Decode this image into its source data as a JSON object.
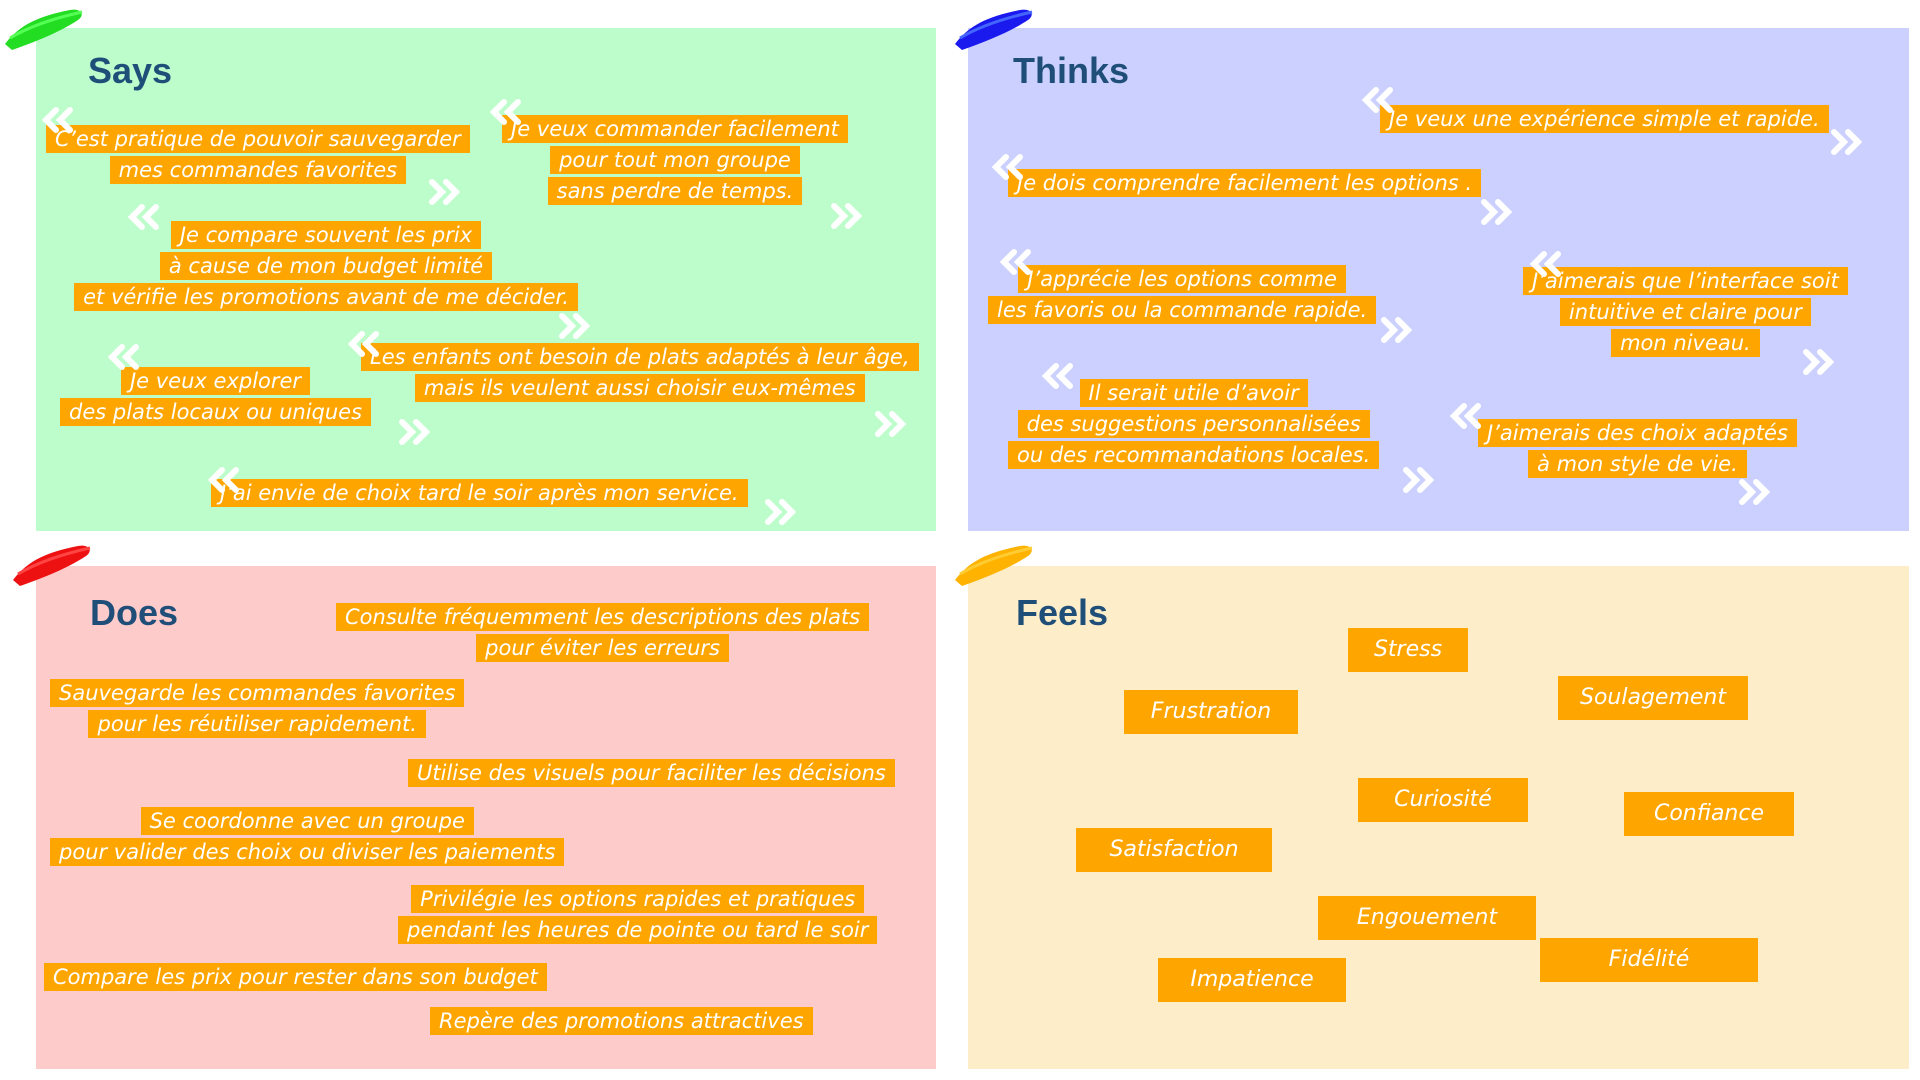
{
  "colors": {
    "says": "#BDFDCB",
    "thinks": "#CBD0FE",
    "does": "#FECBCB",
    "feels": "#FDEDC8",
    "sticky": "#FFA500",
    "title": "#1F4E79"
  },
  "says": {
    "title": "Says",
    "quotes": [
      "C’est pratique de pouvoir sauvegarder\nmes commandes favorites",
      "Je veux commander facilement\npour tout mon groupe\nsans perdre de temps.",
      "Je compare souvent les prix\nà cause de mon budget limité\net vérifie les promotions avant de me décider.",
      "Je veux explorer\ndes plats locaux ou uniques",
      "Les enfants ont besoin de plats adaptés à leur âge,\nmais ils veulent aussi choisir eux-mêmes",
      "J’ai envie de choix tard le soir après mon service."
    ]
  },
  "thinks": {
    "title": "Thinks",
    "quotes": [
      "Je veux une expérience simple et rapide.",
      "Je dois comprendre facilement les options .",
      "J’apprécie les options comme\nles favoris ou la commande rapide.",
      "J’aimerais que l’interface soit\nintuitive et claire pour\nmon niveau.",
      "Il serait utile d’avoir\ndes suggestions personnalisées\nou des recommandations locales.",
      "J’aimerais des choix adaptés\nà mon style de vie."
    ]
  },
  "does": {
    "title": "Does",
    "items": [
      "Consulte fréquemment les descriptions des plats\npour éviter les erreurs",
      "Sauvegarde les commandes favorites\npour les réutiliser rapidement.",
      "Utilise des visuels pour faciliter les décisions",
      "Se coordonne avec un groupe\npour valider des choix ou diviser les paiements",
      "Privilégie les options rapides et pratiques\npendant les heures de pointe ou tard le soir",
      "Compare les prix pour rester dans son budget",
      "Repère des promotions attractives"
    ]
  },
  "feels": {
    "title": "Feels",
    "emotions": [
      "Stress",
      "Frustration",
      "Soulagement",
      "Curiosité",
      "Confiance",
      "Satisfaction",
      "Engouement",
      "Fidélité",
      "Impatience"
    ]
  }
}
